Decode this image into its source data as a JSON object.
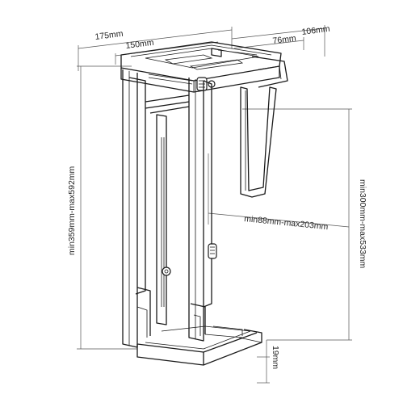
{
  "dimensions": {
    "top_depth": "175mm",
    "top_inner_depth": "150mm",
    "top_width": "106mm",
    "top_inner_width": "76mm",
    "overall_height": "min359mm-max592mm",
    "width_range": "min88mm-max203mm",
    "clamp_height": "min300mm-max533mm",
    "base_height": "19mm"
  },
  "colors": {
    "line": "#1a1a1a",
    "dimension_line": "#555555",
    "background": "#ffffff"
  },
  "icons": {
    "knob": "adjustment-knob-icon"
  }
}
